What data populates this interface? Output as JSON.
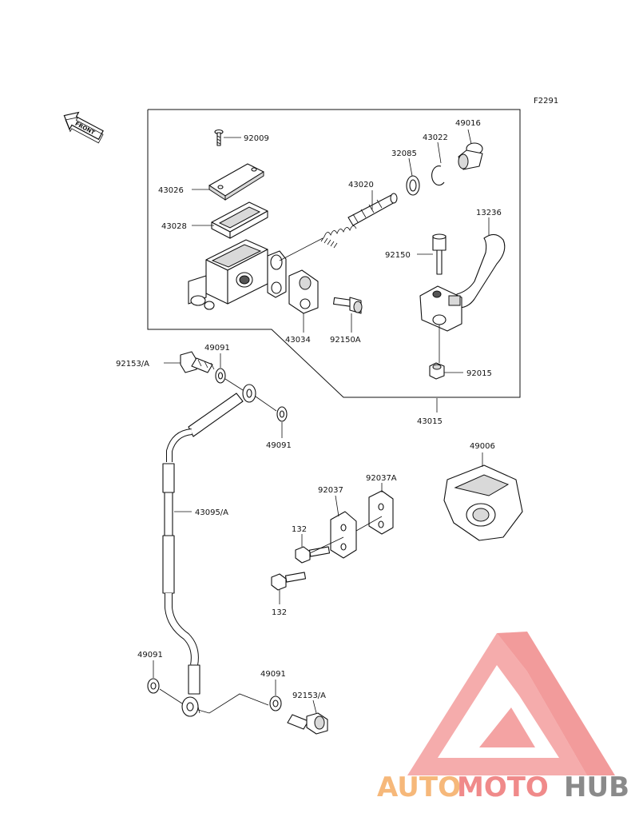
{
  "figure_code": "F2291",
  "front_arrow_label": "FRONT",
  "parts": {
    "p92009": "92009",
    "p43026": "43026",
    "p43028": "43028",
    "p43020": "43020",
    "p32085": "32085",
    "p43022": "43022",
    "p49016": "49016",
    "p13236": "13236",
    "p92150": "92150",
    "p43034": "43034",
    "p92150A": "92150A",
    "p92015": "92015",
    "p43015": "43015",
    "p92153A_top": "92153/A",
    "p49091_a": "49091",
    "p49091_b": "49091",
    "p43095A": "43095/A",
    "p49006": "49006",
    "p92037": "92037",
    "p92037A": "92037A",
    "p132_a": "132",
    "p132_b": "132",
    "p49091_c": "49091",
    "p49091_d": "49091",
    "p92153A_bottom": "92153/A"
  },
  "watermark": {
    "part1": "AUTO",
    "part2": "MOTO",
    "part3": "HUB",
    "color_orange": "#f6b87a",
    "color_red": "#f08a8a",
    "color_gray": "#8a8a8a"
  }
}
